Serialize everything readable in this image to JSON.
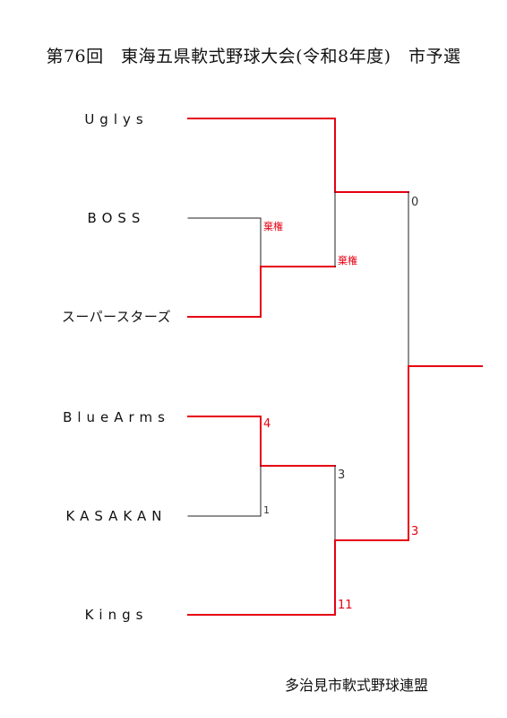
{
  "title": "第76回　東海五県軟式野球大会(令和8年度)　市予選",
  "teams": [
    "Uglys",
    "BOSS",
    "スーパースターズ",
    "BlueArms",
    "KASAKAN",
    "Kings"
  ],
  "scores": {
    "forfeit_boss": "棄権",
    "forfeit_semi": "棄権",
    "bluearms": "4",
    "kasakan": "1",
    "semi_top_upper": "0",
    "semi_bottom_upper": "3",
    "kings": "11",
    "final_lower": "3"
  },
  "organizer": "多治見市軟式野球連盟",
  "colors": {
    "winner_line": "#e60012",
    "loser_line": "#222222"
  }
}
